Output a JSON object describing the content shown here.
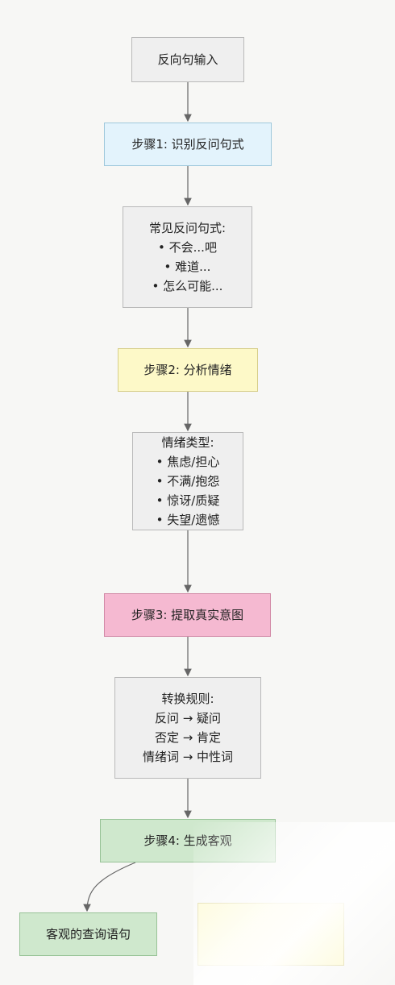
{
  "nodes": {
    "input": "反向句输入",
    "step1": "步骤1: 识别反问句式",
    "patterns": {
      "title": "常见反问句式:",
      "items": [
        "• 不会...吧",
        "• 难道...",
        "• 怎么可能..."
      ]
    },
    "step2": "步骤2: 分析情绪",
    "emotions": {
      "title": "情绪类型:",
      "items": [
        "• 焦虑/担心",
        "• 不满/抱怨",
        "• 惊讶/质疑",
        "• 失望/遗憾"
      ]
    },
    "step3": "步骤3: 提取真实意图",
    "rules": {
      "title": "转换规则:",
      "items": [
        "反问 → 疑问",
        "否定 → 肯定",
        "情绪词 → 中性词"
      ]
    },
    "step4": "步骤4: 生成客观",
    "output_left": "客观的查询语句",
    "output_right": ""
  },
  "colors": {
    "gray": "#efefef",
    "blue": "#e3f3fc",
    "yellow": "#fdf9c8",
    "pink": "#f5b9d1",
    "green": "#cfe8cd",
    "edge": "#666666"
  }
}
